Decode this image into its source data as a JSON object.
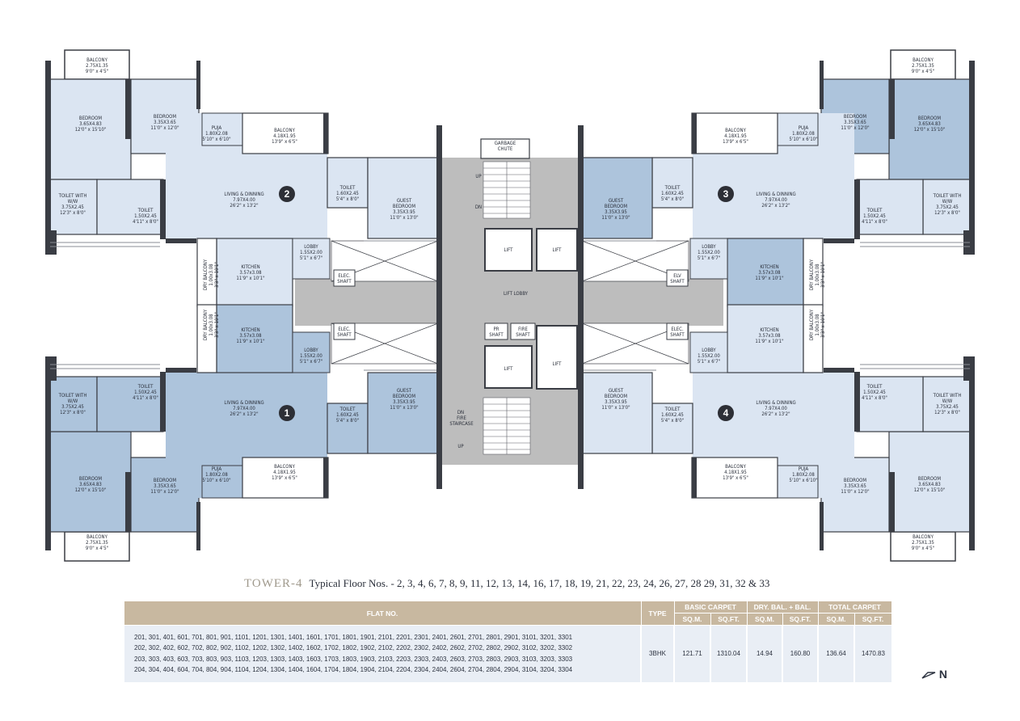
{
  "colors": {
    "light_room": "#dbe5f2",
    "dark_room": "#adc4dc",
    "core_gray": "#bdbdbd",
    "wall": "#3a3d44",
    "table_header": "#c8b8a0",
    "table_body": "#e9eef5"
  },
  "flats": [
    {
      "number": "2",
      "rooms": {
        "balcony_top": [
          "BALCONY",
          "2.75X1.35",
          "9'0\" x 4'5\""
        ],
        "bedroom_master": [
          "BEDROOM",
          "3.65X4.83",
          "12'0\" x 15'10\""
        ],
        "bedroom": [
          "BEDROOM",
          "3.35X3.65",
          "11'0\" x 12'0\""
        ],
        "puja": [
          "PUJA",
          "1.80X2.08",
          "5'10\" x 6'10\""
        ],
        "balcony": [
          "BALCONY",
          "4.18X1.95",
          "13'9\" x 6'5\""
        ],
        "living": [
          "LIVING & DINNING",
          "7.97X4.00",
          "26'2\" x 13'2\""
        ],
        "toilet_ww": [
          "TOILET WITH",
          "W/W",
          "3.75X2.45",
          "12'3\" x 8'0\""
        ],
        "toilet_small": [
          "TOILET",
          "1.50X2.45",
          "4'11\" x 8'0\""
        ],
        "toilet_guest": [
          "TOILET",
          "1.60X2.45",
          "5'4\" x 8'0\""
        ],
        "guest": [
          "GUEST",
          "BEDROOM",
          "3.35X3.95",
          "11'0\" x 13'0\""
        ],
        "lobby": [
          "LOBBY",
          "1.55X2.00",
          "5'1\" x 6'7\""
        ],
        "kitchen": [
          "KITCHEN",
          "3.57x3.08",
          "11'9\" x 10'1\""
        ],
        "dry_balcony": [
          "DRY BALCONY",
          "1.00x3.08",
          "3'3\" x 10'1\""
        ]
      }
    },
    {
      "number": "3",
      "rooms": {
        "balcony_top": [
          "BALCONY",
          "2.75X1.35",
          "9'0\" x 4'5\""
        ],
        "bedroom_master": [
          "BEDROOM",
          "3.65X4.83",
          "12'0\" x 15'10\""
        ],
        "bedroom": [
          "BEDROOM",
          "3.35X3.65",
          "11'0\" x 12'0\""
        ],
        "puja": [
          "PUJA",
          "1.80X2.08",
          "5'10\" x 6'10\""
        ],
        "balcony": [
          "BALCONY",
          "4.18X1.95",
          "13'9\" x 6'5\""
        ],
        "living": [
          "LIVING & DINNING",
          "7.97X4.00",
          "26'2\" x 13'2\""
        ],
        "toilet_ww": [
          "TOILET WITH",
          "W/W",
          "3.75X2.45",
          "12'3\" x 8'0\""
        ],
        "toilet_small": [
          "TOILET",
          "1.50X2.45",
          "4'11\" x 8'0\""
        ],
        "toilet_guest": [
          "TOILET",
          "1.60X2.45",
          "5'4\" x 8'0\""
        ],
        "guest": [
          "GUEST",
          "BEDROOM",
          "3.35X3.95",
          "11'0\" x 13'0\""
        ],
        "lobby": [
          "LOBBY",
          "1.55X2.00",
          "5'1\" x 6'7\""
        ],
        "kitchen": [
          "KITCHEN",
          "3.57x3.08",
          "11'9\" x 10'1\""
        ],
        "dry_balcony": [
          "DRY BALCONY",
          "1.00x3.08",
          "3'3\" x 10'1\""
        ]
      }
    },
    {
      "number": "1",
      "rooms": {
        "balcony_top": [
          "BALCONY",
          "2.75X1.35",
          "9'0\" x 4'5\""
        ],
        "bedroom_master": [
          "BEDROOM",
          "3.65X4.83",
          "12'0\" x 15'10\""
        ],
        "bedroom": [
          "BEDROOM",
          "3.35X3.65",
          "11'0\" x 12'0\""
        ],
        "puja": [
          "PUJA",
          "1.80X2.08",
          "5'10\" x 6'10\""
        ],
        "balcony": [
          "BALCONY",
          "4.18X1.95",
          "13'9\" x 6'5\""
        ],
        "living": [
          "LIVING & DINNING",
          "7.97X4.00",
          "26'2\" x 13'2\""
        ],
        "toilet_ww": [
          "TOILET WITH",
          "W/W",
          "3.75X2.45",
          "12'3\" x 8'0\""
        ],
        "toilet_small": [
          "TOILET",
          "1.50X2.45",
          "4'11\" x 8'0\""
        ],
        "toilet_guest": [
          "TOILET",
          "1.60X2.45",
          "5'4\" x 8'0\""
        ],
        "guest": [
          "GUEST",
          "BEDROOM",
          "3.35X3.95",
          "11'0\" x 13'0\""
        ],
        "lobby": [
          "LOBBY",
          "1.55X2.00",
          "5'1\" x 6'7\""
        ],
        "kitchen": [
          "KITCHEN",
          "3.57x3.08",
          "11'9\" x 10'1\""
        ],
        "dry_balcony": [
          "DRY BALCONY",
          "1.00x3.08",
          "3'3\" x 10'1\""
        ]
      }
    },
    {
      "number": "4",
      "rooms": {
        "balcony_top": [
          "BALCONY",
          "2.75X1.35",
          "9'0\" x 4'5\""
        ],
        "bedroom_master": [
          "BEDROOM",
          "3.65X4.83",
          "12'0\" x 15'10\""
        ],
        "bedroom": [
          "BEDROOM",
          "3.35X3.65",
          "11'0\" x 12'0\""
        ],
        "puja": [
          "PUJA",
          "1.80X2.08",
          "5'10\" x 6'10\""
        ],
        "balcony": [
          "BALCONY",
          "4.18X1.95",
          "13'9\" x 6'5\""
        ],
        "living": [
          "LIVING & DINNING",
          "7.97X4.00",
          "26'2\" x 13'2\""
        ],
        "toilet_ww": [
          "TOILET WITH",
          "W/W",
          "3.75X2.45",
          "12'3\" x 8'0\""
        ],
        "toilet_small": [
          "TOILET",
          "1.50X2.45",
          "4'11\" x 8'0\""
        ],
        "toilet_guest": [
          "TOILET",
          "1.60X2.45",
          "5'4\" x 8'0\""
        ],
        "guest": [
          "GUEST",
          "BEDROOM",
          "3.35X3.95",
          "11'0\" x 13'0\""
        ],
        "lobby": [
          "LOBBY",
          "1.55X2.00",
          "5'1\" x 6'7\""
        ],
        "kitchen": [
          "KITCHEN",
          "3.57x3.08",
          "11'9\" x 10'1\""
        ],
        "dry_balcony": [
          "DRY BALCONY",
          "1.00x3.08",
          "3'3\" x 10'1\""
        ]
      }
    }
  ],
  "core": {
    "garbage_chute": [
      "GARBAGE",
      "CHUTE"
    ],
    "lift": "LIFT",
    "lift_lobby": "LIFT LOBBY",
    "elec_shaft": [
      "ELEC.",
      "SHAFT"
    ],
    "elv_shaft": [
      "ELV",
      "SHAFT"
    ],
    "pr_shaft": [
      "PR",
      "SHAFT"
    ],
    "fire_shaft": [
      "FIRE",
      "SHAFT"
    ],
    "fire_staircase": [
      "FIRE",
      "STAIRCASE"
    ],
    "up": "UP",
    "dn": "DN"
  },
  "title": {
    "tower": "TOWER-4",
    "floors": "Typical Floor Nos. - 2, 3, 4, 6, 7, 8, 9, 11, 12, 13, 14, 16, 17, 18, 19, 21, 22, 23, 24, 26, 27, 28 29, 31, 32 & 33"
  },
  "table": {
    "headers": {
      "flat_no": "FLAT NO.",
      "type": "TYPE",
      "basic_carpet": "BASIC CARPET",
      "dry_bal": "DRY. BAL. + BAL.",
      "total_carpet": "TOTAL CARPET",
      "sqm": "SQ.M.",
      "sqft": "SQ.FT."
    },
    "flat_rows": [
      "201, 301, 401, 601, 701, 801, 901, 1101, 1201, 1301, 1401, 1601, 1701, 1801, 1901, 2101, 2201, 2301, 2401, 2601, 2701, 2801, 2901, 3101, 3201, 3301",
      "202, 302, 402, 602, 702, 802, 902, 1102, 1202, 1302, 1402, 1602, 1702, 1802, 1902, 2102, 2202, 2302, 2402, 2602, 2702, 2802, 2902, 3102, 3202, 3302",
      "203, 303, 403, 603, 703, 803, 903, 1103, 1203, 1303, 1403, 1603, 1703, 1803, 1903, 2103, 2203, 2303, 2403, 2603, 2703, 2803, 2903, 3103, 3203, 3303",
      "204, 304, 404, 604, 704, 804, 904, 1104, 1204, 1304, 1404, 1604, 1704, 1804, 1904, 2104, 2204, 2304, 2404, 2604, 2704, 2804, 2904, 3104, 3204, 3304"
    ],
    "type": "3BHK",
    "basic_sqm": "121.71",
    "basic_sqft": "1310.04",
    "bal_sqm": "14.94",
    "bal_sqft": "160.80",
    "total_sqm": "136.64",
    "total_sqft": "1470.83"
  },
  "north": "N"
}
